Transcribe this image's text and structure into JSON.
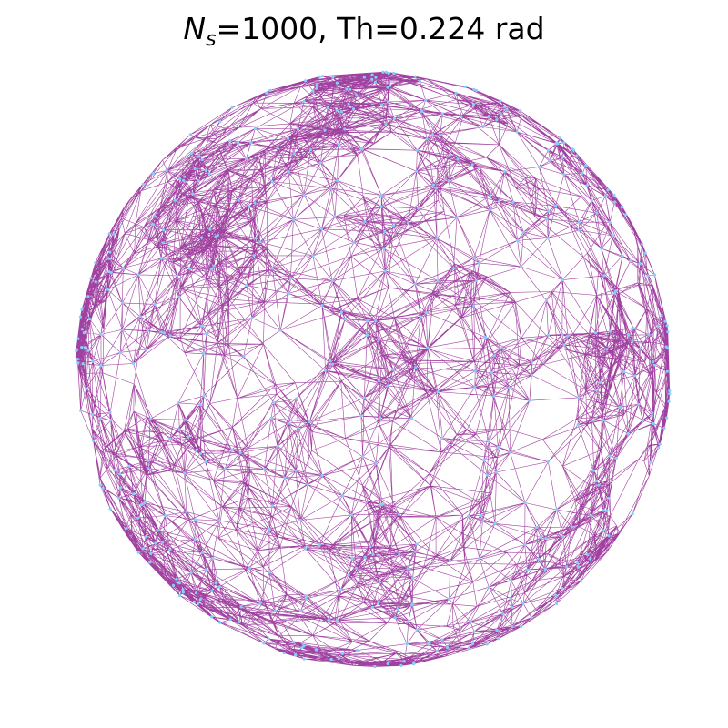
{
  "title": {
    "symbol": "N",
    "subscript": "s",
    "text": "=1000, Th=0.224 rad"
  },
  "network": {
    "node_count": 1000,
    "threshold_rad": 0.224,
    "edge_color": "#800080",
    "node_color": "#87cefa",
    "background": "#ffffff"
  }
}
